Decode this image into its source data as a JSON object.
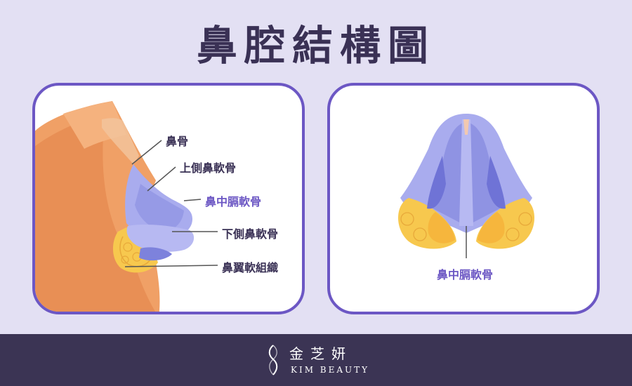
{
  "title": "鼻腔結構圖",
  "side_view": {
    "labels": [
      {
        "key": "nasal_bone",
        "text": "鼻骨"
      },
      {
        "key": "upper_lateral_cartilage",
        "text": "上側鼻軟骨"
      },
      {
        "key": "septal_cartilage",
        "text": "鼻中膈軟骨"
      },
      {
        "key": "lower_lateral_cartilage",
        "text": "下側鼻軟骨"
      },
      {
        "key": "alar_soft_tissue",
        "text": "鼻翼軟組織"
      }
    ]
  },
  "front_view": {
    "label": "鼻中膈軟骨"
  },
  "brand": {
    "name": "金芝妍",
    "subtitle": "KIM BEAUTY"
  },
  "colors": {
    "background": "#e3e0f3",
    "accent_purple": "#6c57c4",
    "title_text": "#3a3155",
    "footer": "#3b3454",
    "skin": "#f0a066",
    "cartilage": "#a9acee",
    "fat_tissue": "#f7c84e"
  }
}
